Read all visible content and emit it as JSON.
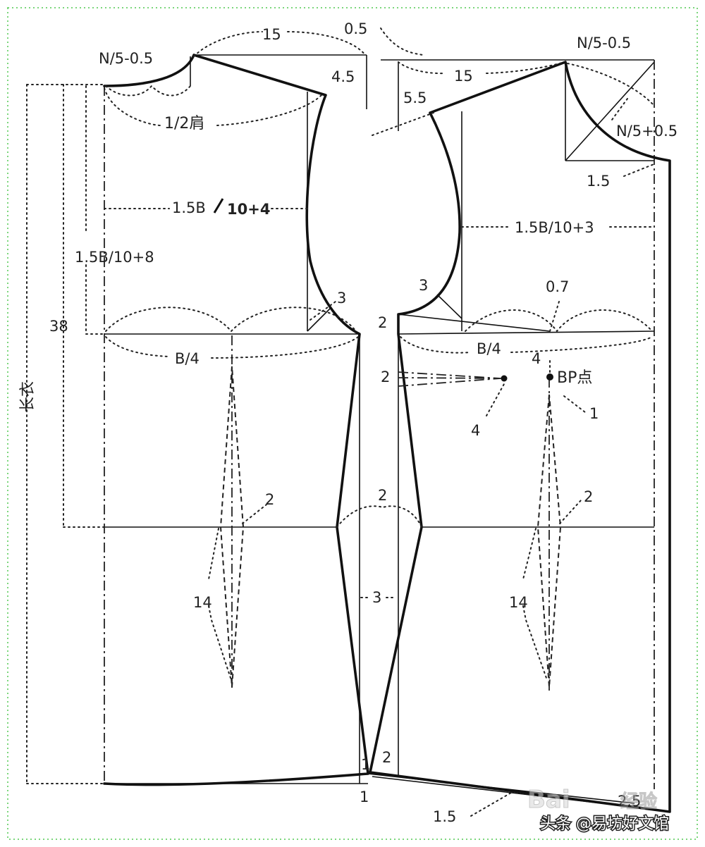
{
  "labels": {
    "back_neck_depth": "N/5-0.5",
    "back_shoulder_len": "15",
    "shoulder_ext": "0.5",
    "back_slope": "4.5",
    "half_shoulder": "1/2肩",
    "back_arm_width": "1.5B",
    "back_arm_width_rest": "10+4",
    "back_armhole_depth": "1.5B/10+8",
    "back_length": "38",
    "garment_length": "长衣",
    "back_armhole_curve": "3",
    "back_bust": "B/4",
    "back_dart_2": "2",
    "back_dart_14": "14",
    "front_neck_width": "N/5-0.5",
    "front_shoulder_len": "15",
    "front_slope": "5.5",
    "front_neck_depth": "N/5+0.5",
    "front_neck_drop": "1.5",
    "front_arm_width": "1.5B/10+3",
    "front_armhole_curve": "3",
    "side_raise": "2",
    "front_bp_offset": "0.7",
    "front_bust": "B/4",
    "front_bp_4a": "4",
    "bp_point": "BP点",
    "side_dart": "2",
    "bp_dart_4": "4",
    "bp_dart_1": "1",
    "front_dart_2": "2",
    "waist_2": "2",
    "side_gap": "3",
    "front_dart_14": "14",
    "hem_1": "1",
    "hem_2": "2",
    "hem_center": "1",
    "hem_raise": "1.5",
    "hem_front": "2.5"
  },
  "watermark": {
    "logo": "Bai",
    "logo_suffix": "经验",
    "credit": "头条 @易坊好文馆"
  },
  "colors": {
    "frame": "#7cd67c",
    "line": "#111111"
  }
}
